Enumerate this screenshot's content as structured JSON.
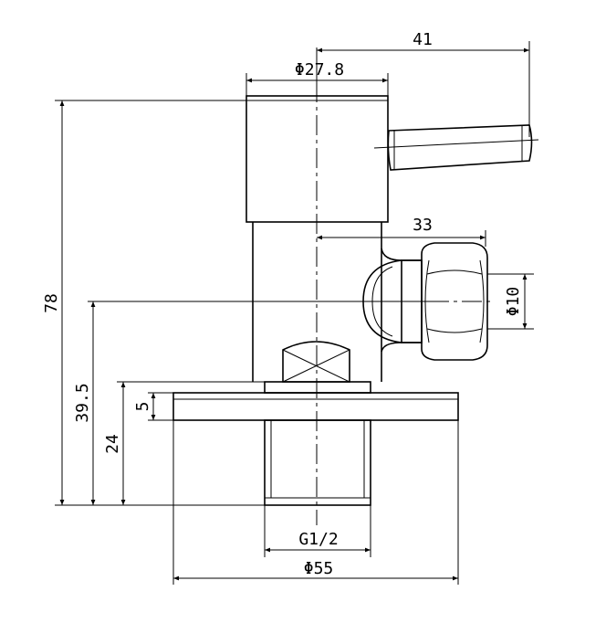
{
  "drawing": {
    "dimensions": {
      "lever_reach": "41",
      "body_diameter": "Φ27.8",
      "outlet_offset": "33",
      "outlet_diameter": "Φ10",
      "overall_height": "78",
      "outlet_height": "39.5",
      "flange_height": "24",
      "flange_thickness": "5",
      "thread_size": "G1/2",
      "flange_diameter": "Φ55"
    }
  }
}
